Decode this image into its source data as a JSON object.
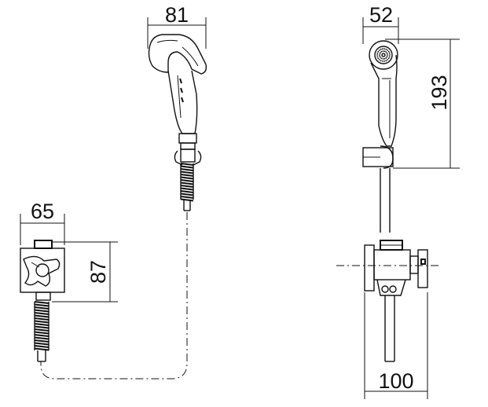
{
  "dimensions": {
    "shower_width": "81",
    "side_width": "52",
    "side_height": "193",
    "valve_width": "65",
    "valve_height": "87",
    "bottom_width": "100"
  }
}
